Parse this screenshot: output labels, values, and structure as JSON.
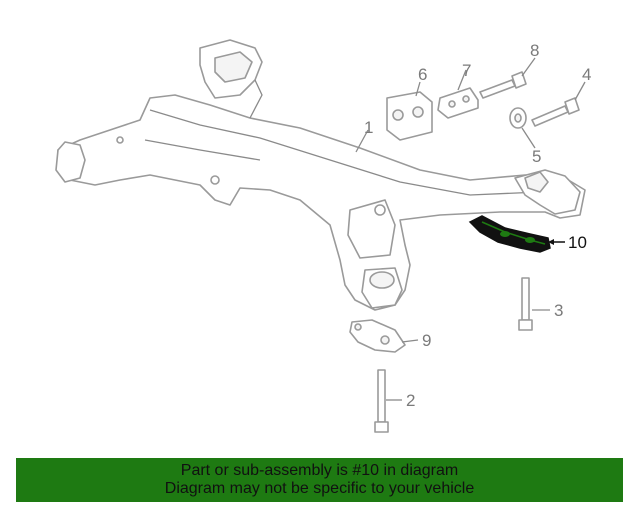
{
  "diagram": {
    "callouts": [
      {
        "id": "1",
        "label": "1"
      },
      {
        "id": "2",
        "label": "2"
      },
      {
        "id": "3",
        "label": "3"
      },
      {
        "id": "4",
        "label": "4"
      },
      {
        "id": "5",
        "label": "5"
      },
      {
        "id": "6",
        "label": "6"
      },
      {
        "id": "7",
        "label": "7"
      },
      {
        "id": "8",
        "label": "8"
      },
      {
        "id": "9",
        "label": "9"
      },
      {
        "id": "10",
        "label": "10"
      }
    ],
    "highlight_color": "#1e7a12"
  },
  "banner": {
    "line1": "Part or sub-assembly is #10 in diagram",
    "line2": "Diagram may not be specific to your vehicle",
    "background": "#1e7a12"
  }
}
